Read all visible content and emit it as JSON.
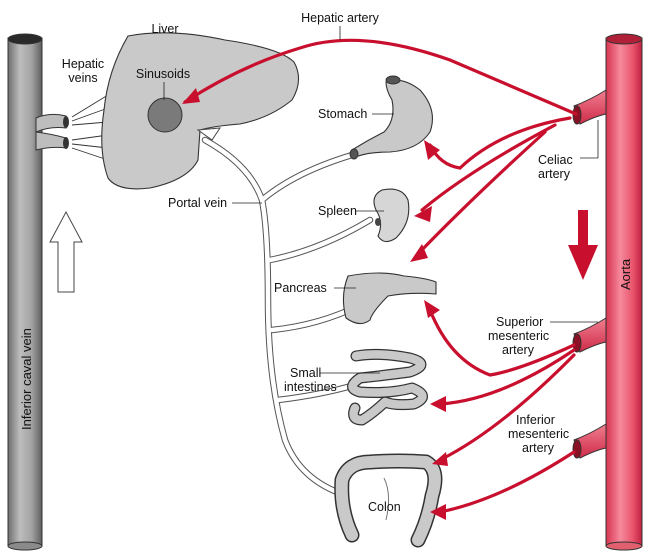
{
  "labels": {
    "hepatic_artery": "Hepatic artery",
    "liver": "Liver",
    "hepatic_veins_1": "Hepatic",
    "hepatic_veins_2": "veins",
    "sinusoids": "Sinusoids",
    "stomach": "Stomach",
    "celiac_1": "Celiac",
    "celiac_2": "artery",
    "portal_vein": "Portal vein",
    "spleen": "Spleen",
    "pancreas": "Pancreas",
    "superior_1": "Superior",
    "superior_2": "mesenteric",
    "superior_3": "artery",
    "small_int_1": "Small",
    "small_int_2": "intestines",
    "inferior_1": "Inferior",
    "inferior_2": "mesenteric",
    "inferior_3": "artery",
    "colon": "Colon",
    "ivc": "Inferior caval vein",
    "aorta": "Aorta"
  },
  "colors": {
    "artery": "#c8102e",
    "aorta": "#e8536b",
    "vena_cava": "#9a9a9a",
    "organ": "#c9c9c9"
  }
}
